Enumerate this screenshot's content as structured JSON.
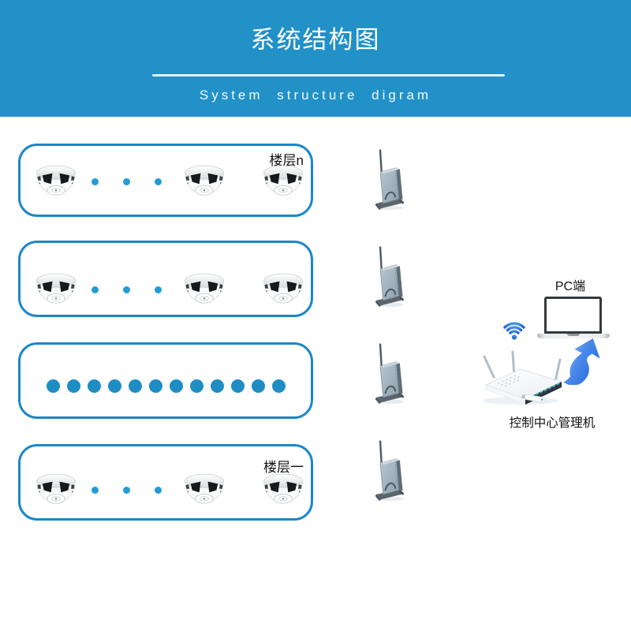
{
  "header": {
    "title": "系统结构图",
    "subtitle": "System structure digram"
  },
  "floors": [
    {
      "label": "楼层n",
      "type": "detectors",
      "detector_count": 3,
      "ellipsis_dots": 3
    },
    {
      "label": "",
      "type": "detectors",
      "detector_count": 3,
      "ellipsis_dots": 3
    },
    {
      "label": "",
      "type": "dots",
      "dot_count": 12
    },
    {
      "label": "楼层一",
      "type": "detectors",
      "detector_count": 3,
      "ellipsis_dots": 3
    }
  ],
  "repeaters": {
    "count": 4
  },
  "control_center": {
    "pc_label": "PC端",
    "router_label": "控制中心管理机"
  },
  "colors": {
    "header_bg": "#2191C8",
    "frame_border": "#1B87C9",
    "dot_large": "#1E8DC4",
    "dot_small": "#259BD6",
    "wifi_blue": "#2B7DE2"
  }
}
